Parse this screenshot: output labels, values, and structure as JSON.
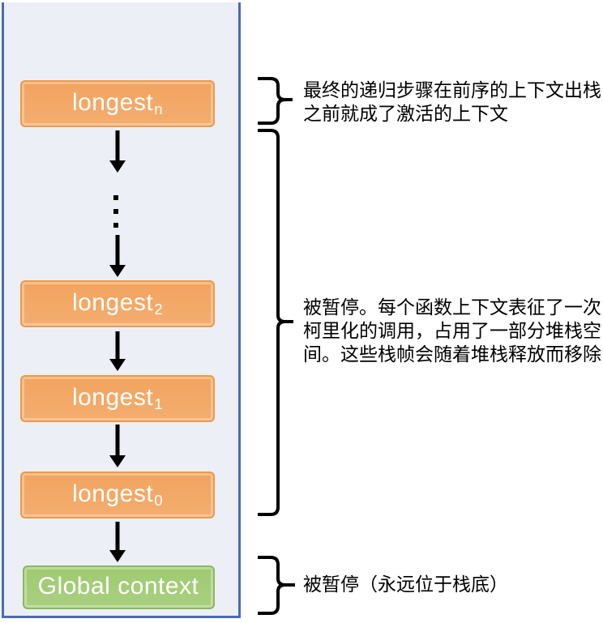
{
  "panel": {
    "boxes": [
      {
        "label": "longest",
        "subscript": "n",
        "color": "orange"
      },
      {
        "label": "longest",
        "subscript": "2",
        "color": "orange"
      },
      {
        "label": "longest",
        "subscript": "1",
        "color": "orange"
      },
      {
        "label": "longest",
        "subscript": "0",
        "color": "orange"
      },
      {
        "label": "Global context",
        "subscript": "",
        "color": "green"
      }
    ]
  },
  "annotations": [
    {
      "lines": [
        "最终的递归步骤在前序的上下文出栈",
        "之前就成了激活的上下文"
      ]
    },
    {
      "lines": [
        "被暂停。每个函数上下文表征了一次",
        "柯里化的调用，占用了一部分堆栈空",
        "间。这些栈帧会随着堆栈释放而移除"
      ]
    },
    {
      "lines": [
        "被暂停（永远位于栈底）"
      ]
    }
  ],
  "colors": {
    "box_orange": "#F2A45F",
    "box_orange_border": "#EC9A48",
    "box_green": "#9FCA71",
    "box_green_border": "#89B95C",
    "panel_fill": "#EDEFF7",
    "panel_border": "#4A6BB5",
    "arrow": "#000000",
    "box_text": "#FFFFFF",
    "annotation_text": "#000000"
  }
}
